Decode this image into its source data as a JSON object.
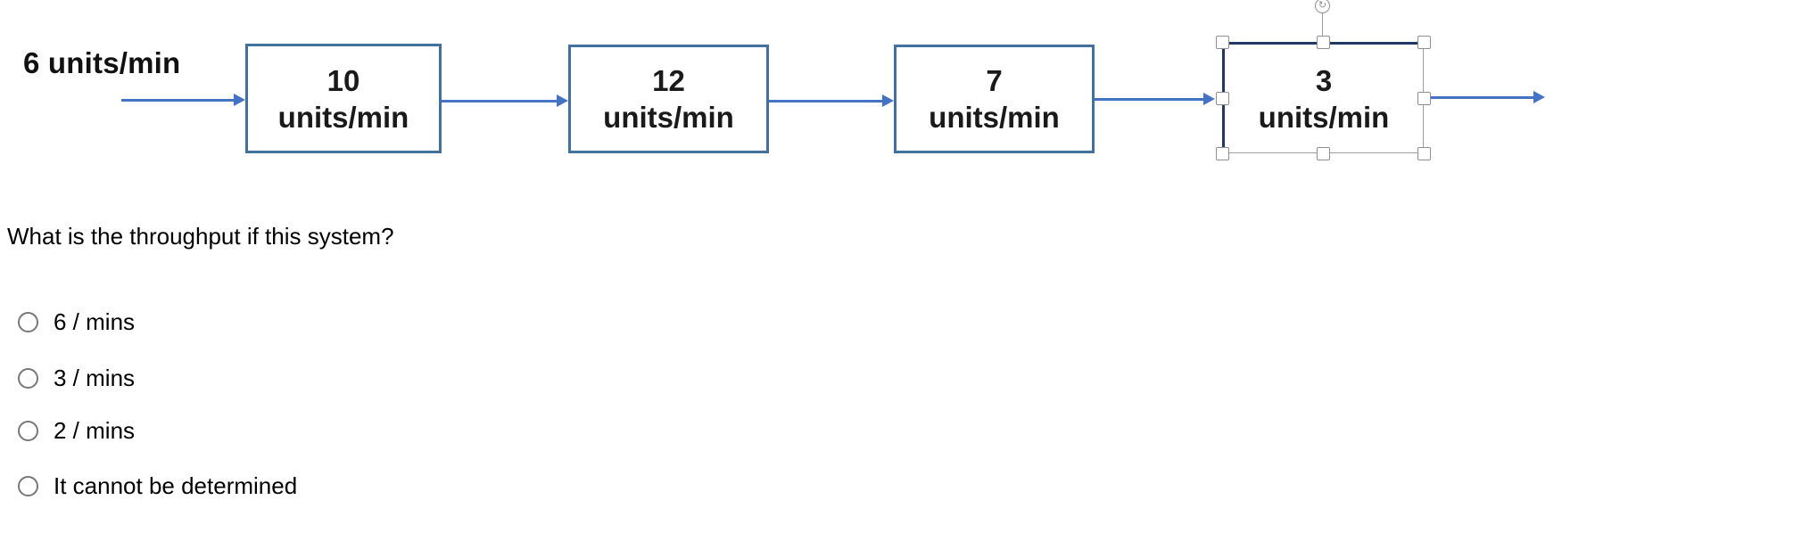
{
  "diagram": {
    "input_rate_label": "6 units/min",
    "stations": [
      {
        "rate": "10",
        "unit": "units/min",
        "selected": false
      },
      {
        "rate": "12",
        "unit": "units/min",
        "selected": false
      },
      {
        "rate": "7",
        "unit": "units/min",
        "selected": false
      },
      {
        "rate": "3",
        "unit": "units/min",
        "selected": true
      }
    ],
    "rotate_handle_glyph": "↻",
    "colors": {
      "arrow": "#4472C4",
      "box_border": "#41719C",
      "selected_box_border": "#1F3864",
      "selection_gray": "#A0A0A0"
    }
  },
  "question": {
    "text": "What is the throughput if this system?"
  },
  "options": [
    {
      "label": "6 / mins",
      "selected": false
    },
    {
      "label": "3 / mins",
      "selected": false
    },
    {
      "label": "2 / mins",
      "selected": false
    },
    {
      "label": "It cannot be determined",
      "selected": false
    }
  ]
}
